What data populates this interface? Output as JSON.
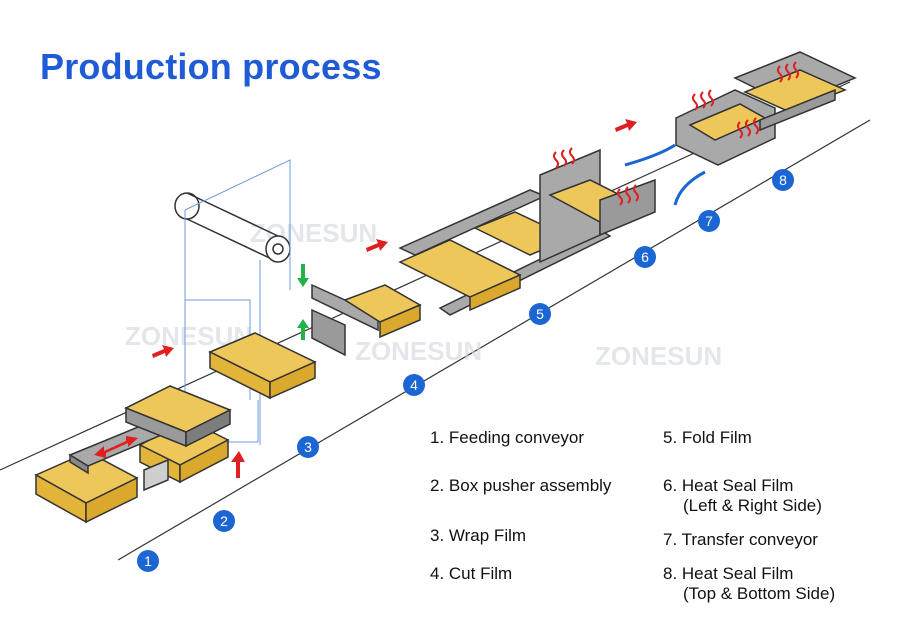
{
  "title": "Production process",
  "watermark": "ZONESUN",
  "colors": {
    "title": "#1f5bd6",
    "badge": "#1c66d3",
    "product": "#e3b43a",
    "product_top": "#eec75a",
    "metal": "#9a9a9a",
    "arrow_red": "#e02020",
    "arrow_green": "#21b34a",
    "film_line": "#6e9be0",
    "heat": "#e02020"
  },
  "steps": [
    {
      "num": "1",
      "label": "1. Feeding conveyor"
    },
    {
      "num": "2",
      "label": "2. Box pusher assembly"
    },
    {
      "num": "3",
      "label": "3. Wrap Film"
    },
    {
      "num": "4",
      "label": "4. Cut Film"
    },
    {
      "num": "5",
      "label": "5. Fold Film"
    },
    {
      "num": "6",
      "label": "6. Heat Seal Film",
      "sub": "(Left & Right Side)"
    },
    {
      "num": "7",
      "label": "7. Transfer conveyor"
    },
    {
      "num": "8",
      "label": "8. Heat Seal Film",
      "sub": "(Top & Bottom Side)"
    }
  ]
}
